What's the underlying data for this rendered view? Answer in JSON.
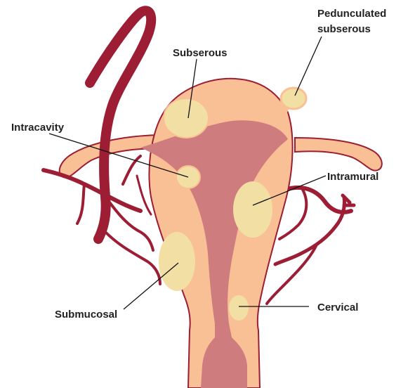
{
  "colors": {
    "background": "#ffffff",
    "uterus_outer": "#f9bf95",
    "uterus_inner": "#cf7c7f",
    "fibroid": "#f2dfa4",
    "vessel": "#9c1d34",
    "label": "#222222"
  },
  "labels": {
    "pedunculated_line1": "Pedunculated",
    "pedunculated_line2": "subserous",
    "subserous": "Subserous",
    "intracavity": "Intracavity",
    "intramural": "Intramural",
    "submucosal": "Submucosal",
    "cervical": "Cervical"
  }
}
